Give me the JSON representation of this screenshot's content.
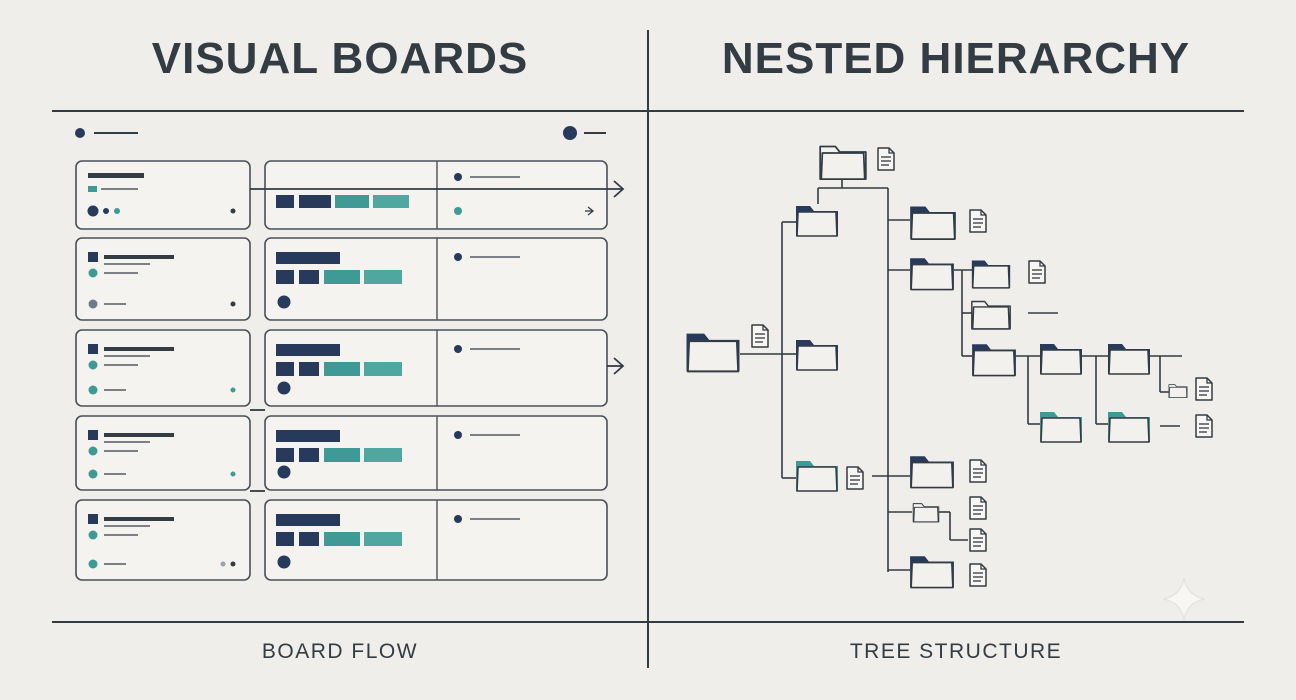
{
  "left_panel": {
    "title": "VISUAL BOARDS",
    "caption": "BOARD FLOW"
  },
  "right_panel": {
    "title": "NESTED HIERARCHY",
    "caption": "TREE STRUCTURE"
  },
  "colors": {
    "background": "#efeeea",
    "ink": "#333b43",
    "navy": "#283a5c",
    "teal": "#3f9a96",
    "card_border": "#4a5058"
  },
  "icons": [
    "folder-icon",
    "document-icon",
    "arrow-right-icon",
    "sparkle-icon"
  ]
}
